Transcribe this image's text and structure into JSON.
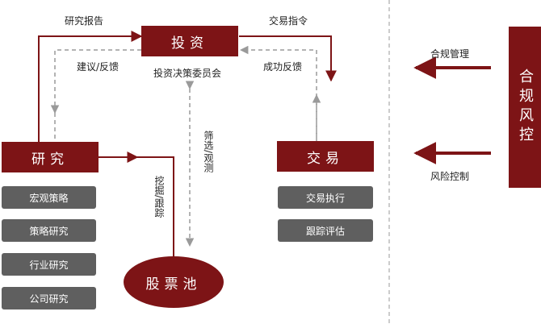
{
  "nodes": {
    "invest": "投资",
    "research": "研究",
    "trade": "交易",
    "pool": "股票池",
    "compliance": "合规风控"
  },
  "labels": {
    "research_report": "研究报告",
    "trade_order": "交易指令",
    "advice_feedback": "建议/反馈",
    "success_feedback": "成功反馈",
    "committee": "投资决策委员会",
    "screen_watch": "筛选/观测",
    "mine_track": "挖掘/跟踪",
    "compliance_mgmt": "合规管理",
    "risk_control": "风险控制"
  },
  "research_items": [
    "宏观策略",
    "策略研究",
    "行业研究",
    "公司研究"
  ],
  "trade_items": [
    "交易执行",
    "跟踪评估"
  ],
  "colors": {
    "primary": "#7d1416",
    "sub_box": "#5f5f5f",
    "dashed": "#9a9a9a"
  }
}
